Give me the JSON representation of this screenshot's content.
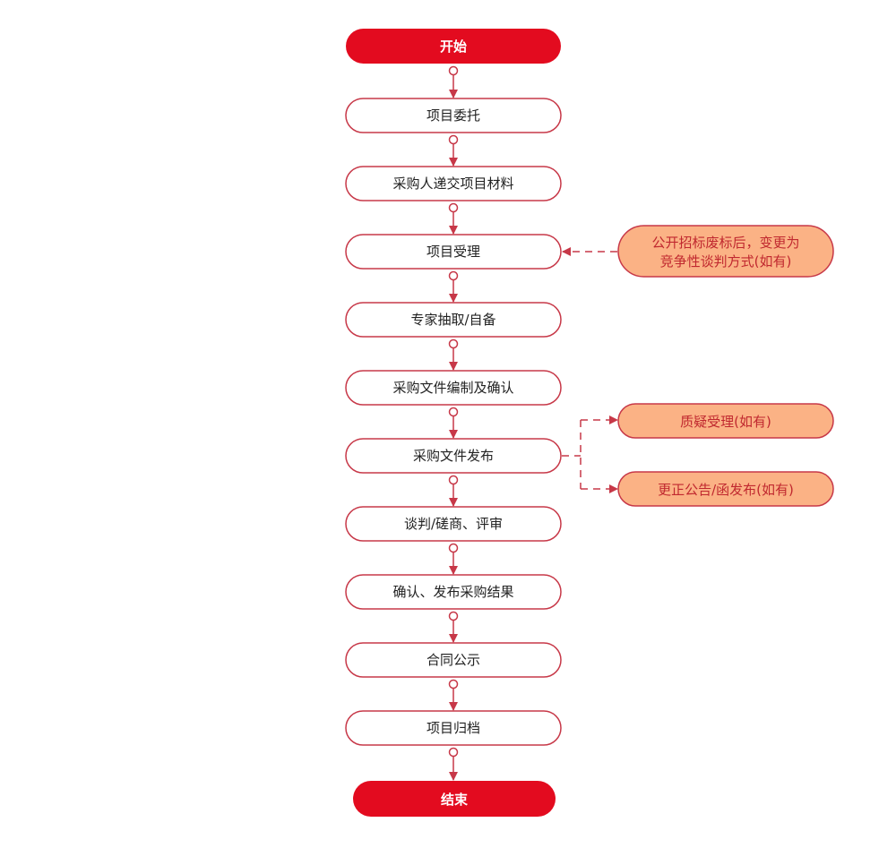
{
  "colors": {
    "primary": "#e30b1f",
    "stroke": "#c73848",
    "side_fill": "#fbb285",
    "side_text": "#c0282f",
    "text": "#222222",
    "white": "#ffffff"
  },
  "flow": {
    "start": "开始",
    "steps": [
      "项目委托",
      "采购人递交项目材料",
      "项目受理",
      "专家抽取/自备",
      "采购文件编制及确认",
      "采购文件发布",
      "谈判/磋商、评审",
      "确认、发布采购结果",
      "合同公示",
      "项目归档"
    ],
    "end": "结束"
  },
  "side_notes": {
    "tender_failure": [
      "公开招标废标后，变更为",
      "竞争性谈判方式(如有)"
    ],
    "query": "质疑受理(如有)",
    "correction": "更正公告/函发布(如有)"
  }
}
